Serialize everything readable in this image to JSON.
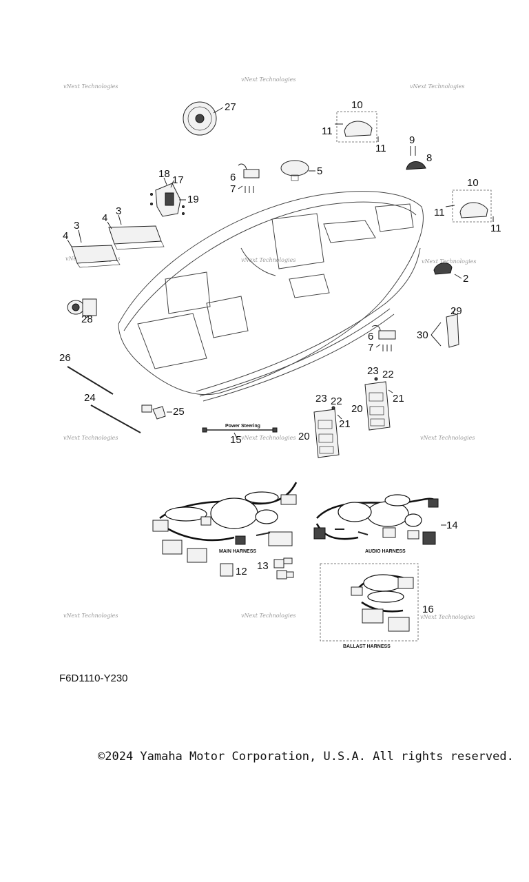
{
  "diagram": {
    "code": "F6D1110-Y230",
    "watermark": "vNext Technologies",
    "labels": {
      "power_steering": "Power Steering",
      "main_harness": "MAIN HARNESS",
      "audio_harness": "AUDIO HARNESS",
      "ballast_harness": "BALLAST HARNESS"
    },
    "callouts": {
      "n2": "2",
      "n3a": "3",
      "n3b": "3",
      "n4a": "4",
      "n4b": "4",
      "n5": "5",
      "n6a": "6",
      "n6b": "6",
      "n7a": "7",
      "n7b": "7",
      "n8": "8",
      "n9": "9",
      "n10a": "10",
      "n10b": "10",
      "n11a": "11",
      "n11b": "11",
      "n11c": "11",
      "n11d": "11",
      "n12": "12",
      "n13": "13",
      "n14": "14",
      "n15": "15",
      "n16": "16",
      "n17": "17",
      "n18": "18",
      "n19": "19",
      "n20a": "20",
      "n20b": "20",
      "n21a": "21",
      "n21b": "21",
      "n22a": "22",
      "n22b": "22",
      "n23a": "23",
      "n23b": "23",
      "n24": "24",
      "n25": "25",
      "n26": "26",
      "n27": "27",
      "n28": "28",
      "n29": "29",
      "n30": "30"
    }
  },
  "footer": {
    "copyright": "©2024 Yamaha Motor Corporation, U.S.A. All rights reserved."
  }
}
